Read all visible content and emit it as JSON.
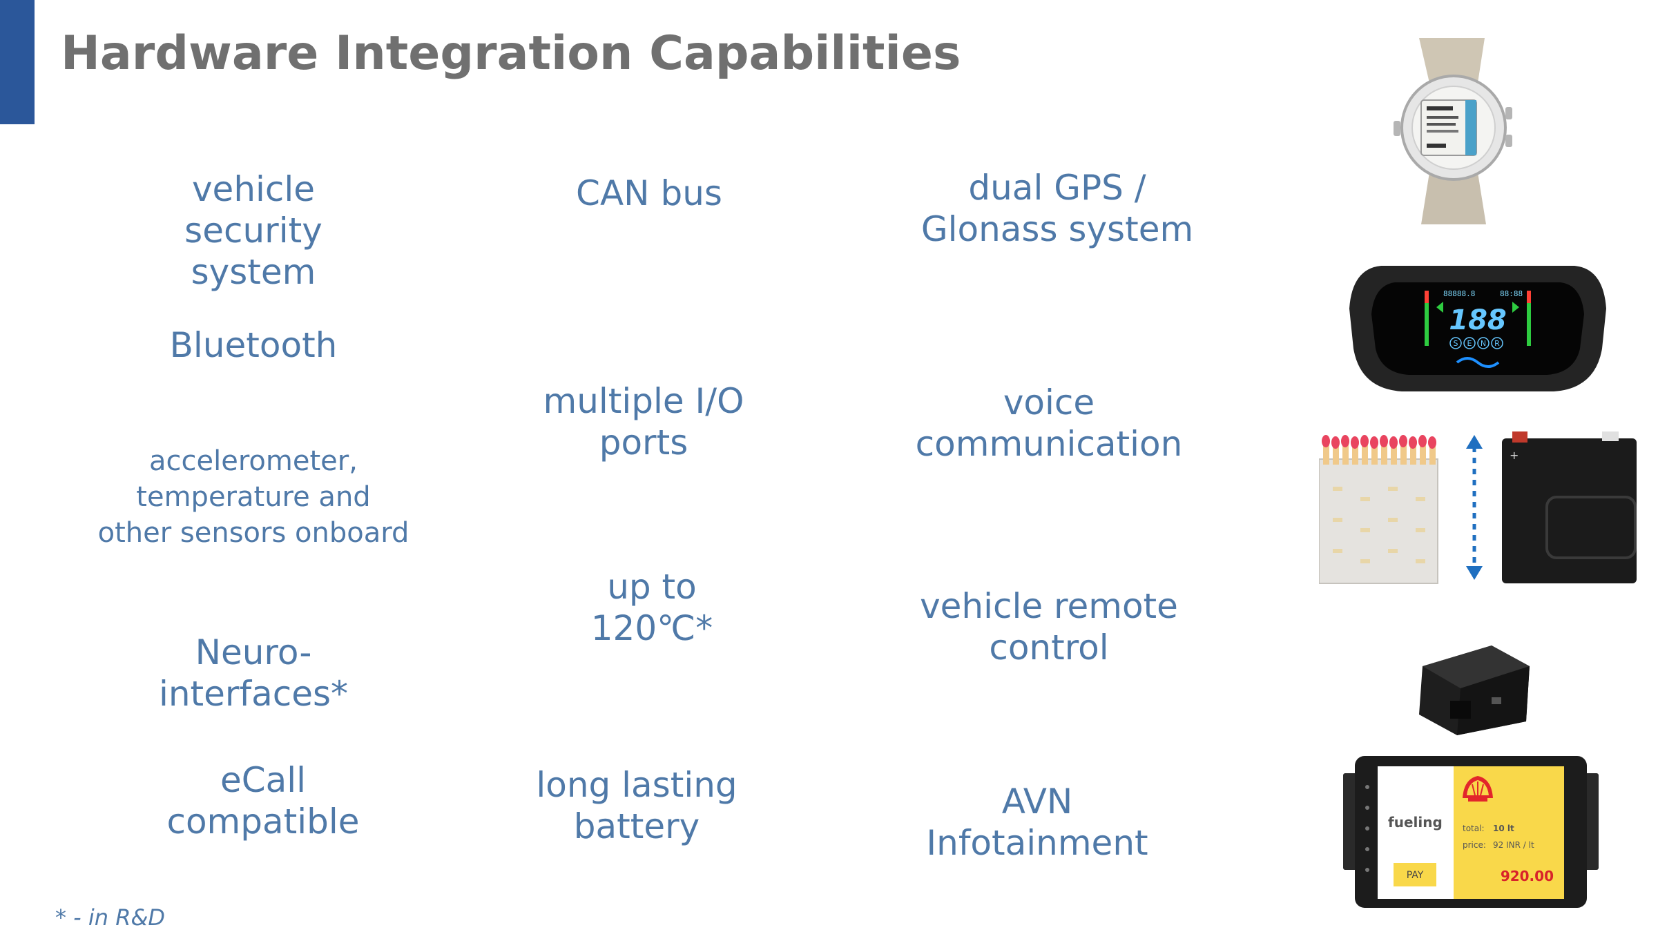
{
  "title": "Hardware Integration Capabilities",
  "accent_color": "#2b579a",
  "text_color": "#4f79a8",
  "capabilities": [
    {
      "text": "vehicle\nsecurity\nsystem"
    },
    {
      "text": "CAN bus"
    },
    {
      "text": "dual GPS /\nGlonass system"
    },
    {
      "text": "Bluetooth"
    },
    {
      "text": "multiple I/O\nports"
    },
    {
      "text": "voice\ncommunication"
    },
    {
      "text": "accelerometer,\ntemperature and\nother sensors onboard"
    },
    {
      "text": "up to\n120℃*"
    },
    {
      "text": "vehicle remote\ncontrol"
    },
    {
      "text": "Neuro-\ninterfaces*"
    },
    {
      "text": "eCall\ncompatible"
    },
    {
      "text": "long lasting\nbattery"
    },
    {
      "text": "AVN\nInfotainment"
    }
  ],
  "footnote": "* - in R&D",
  "devices": {
    "watch": {
      "icon": "smartwatch-icon"
    },
    "dashboard": {
      "icon": "dashboard-display-icon",
      "speed": "188",
      "left_readout": "88888.8",
      "right_readout": "88:88",
      "gears": [
        "S",
        "E",
        "N",
        "R"
      ]
    },
    "size_comparison": {
      "icon": "size-comparison-icon"
    },
    "obd": {
      "icon": "obd-tracker-icon"
    },
    "infotainment": {
      "icon": "infotainment-head-unit-icon",
      "fueling_label": "fueling",
      "total_label": "total:",
      "total_value": "10 lt",
      "price_label": "price:",
      "price_value": "92 INR / lt",
      "pay_label": "PAY",
      "amount": "920.00"
    }
  }
}
